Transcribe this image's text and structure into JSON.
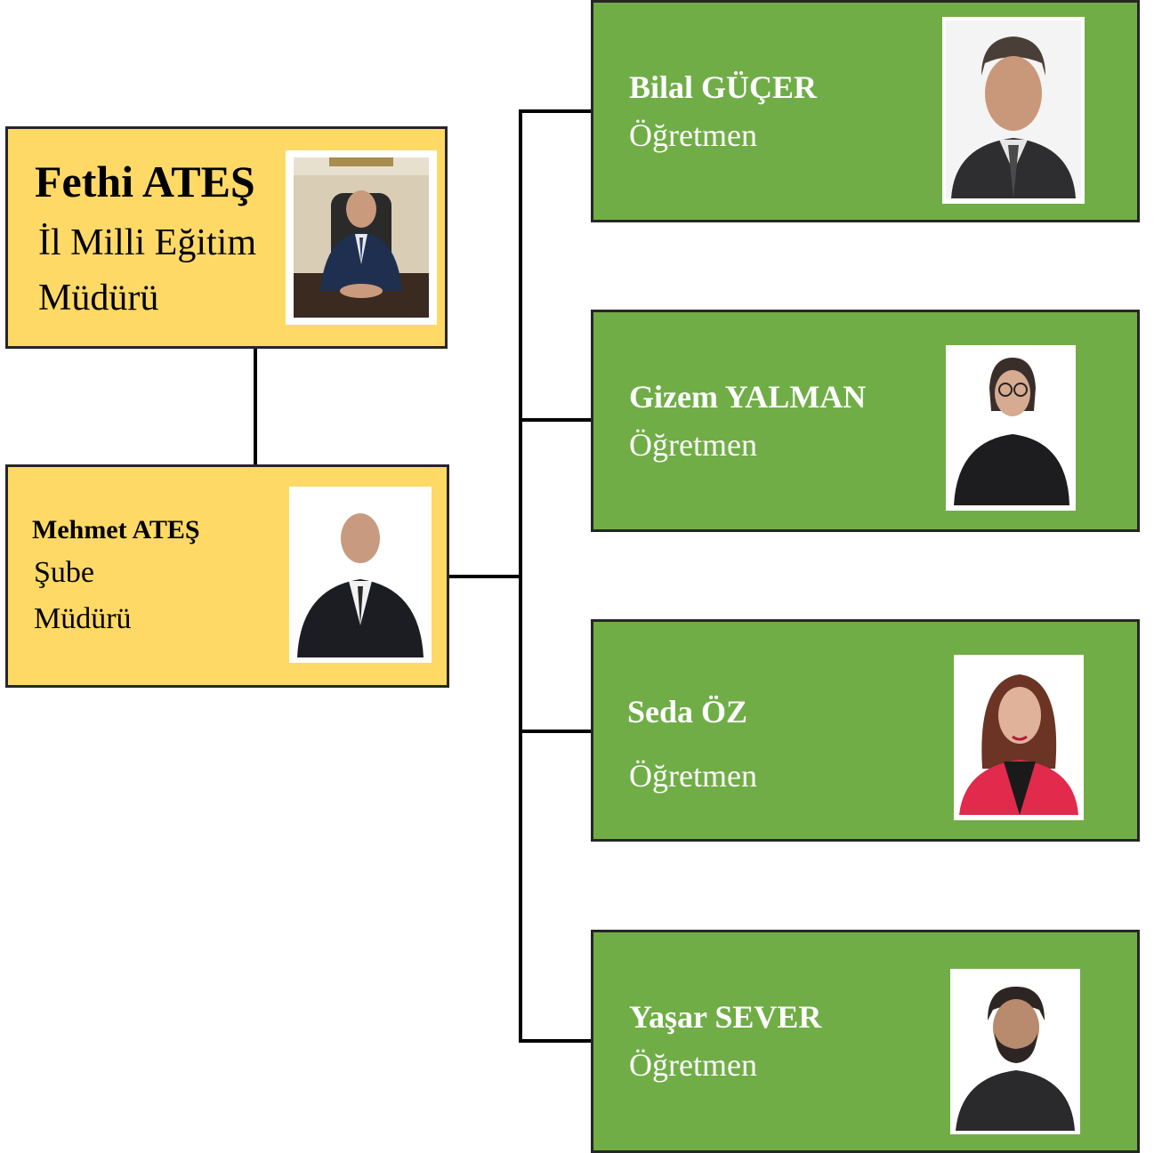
{
  "director": {
    "name": "Fethi ATEŞ",
    "title_line1": "İl Milli Eğitim",
    "title_line2": "Müdürü",
    "photo_icon": "portrait-man-suit-office"
  },
  "branch_manager": {
    "name": "Mehmet ATEŞ",
    "title_line1": "Şube",
    "title_line2": "Müdürü",
    "photo_icon": "portrait-man-suit"
  },
  "teachers": [
    {
      "name": "Bilal GÜÇER",
      "role": "Öğretmen",
      "photo_icon": "portrait-man"
    },
    {
      "name": "Gizem YALMAN",
      "role": "Öğretmen",
      "photo_icon": "portrait-woman-glasses"
    },
    {
      "name": "Seda ÖZ",
      "role": "Öğretmen",
      "photo_icon": "portrait-woman"
    },
    {
      "name": "Yaşar SEVER",
      "role": "Öğretmen",
      "photo_icon": "portrait-man-beard"
    }
  ],
  "colors": {
    "manager_fill": "#ffd966",
    "teacher_fill": "#70ad47",
    "border": "#262626",
    "connector": "#000000"
  }
}
